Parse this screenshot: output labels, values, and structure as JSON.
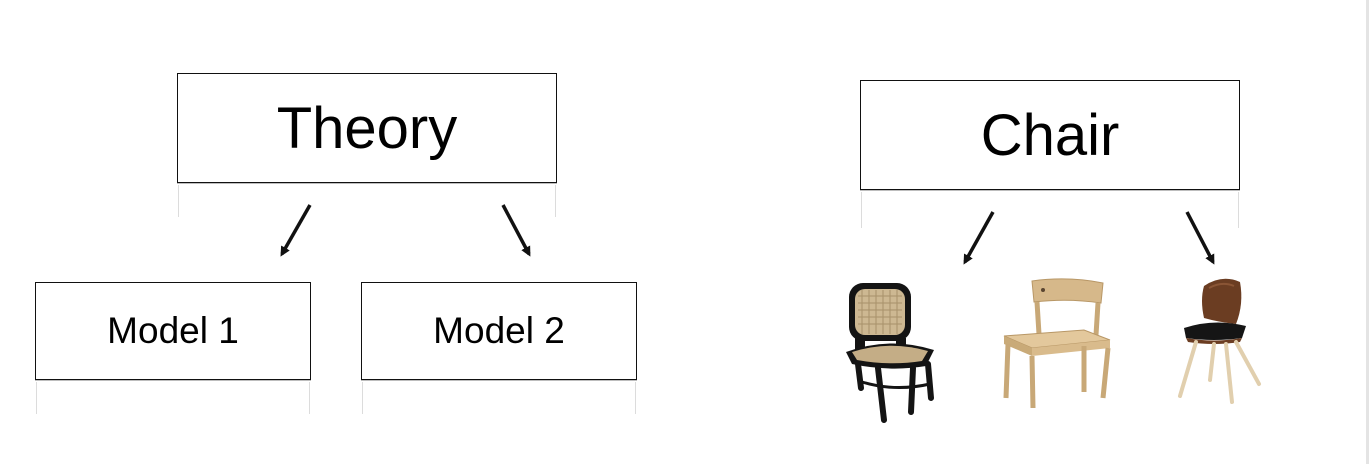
{
  "left_diagram": {
    "parent": "Theory",
    "children": [
      "Model 1",
      "Model 2"
    ]
  },
  "right_diagram": {
    "parent": "Chair",
    "instances": [
      "cane-back-chair",
      "oak-wood-chair",
      "walnut-shell-chair"
    ]
  },
  "colors": {
    "line": "#111111",
    "background": "#ffffff",
    "oak": "#d6b88a",
    "walnut": "#6b3d22",
    "cane": "#cdb892",
    "black_frame": "#141414"
  }
}
